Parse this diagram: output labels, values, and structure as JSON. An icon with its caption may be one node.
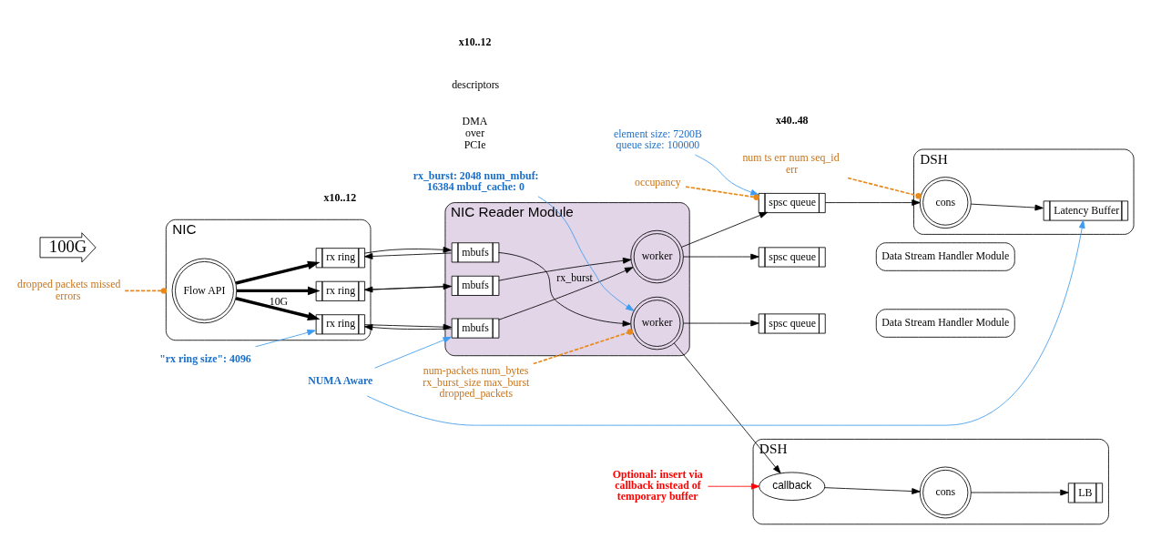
{
  "diagram": {
    "nodes": [
      {
        "text": [
          "NIC"
        ]
      },
      {
        "text": [
          "100G"
        ]
      },
      {
        "text": [
          "Flow API"
        ],
        "in": 0
      },
      {
        "text": [
          "rx ring"
        ],
        "in": 0
      },
      {
        "text": [
          "rx ring"
        ],
        "in": 0
      },
      {
        "text": [
          "rx ring"
        ],
        "in": 0
      },
      {
        "text": [
          "NIC Reader Module"
        ]
      },
      {
        "text": [
          "mbufs"
        ],
        "in": 6
      },
      {
        "text": [
          "mbufs"
        ],
        "in": 6
      },
      {
        "text": [
          "mbufs"
        ],
        "in": 6
      },
      {
        "text": [
          "worker"
        ],
        "in": 6
      },
      {
        "text": [
          "worker"
        ],
        "in": 6
      },
      {
        "text": [
          "DSH"
        ]
      },
      {
        "text": [
          "spsc queue"
        ]
      },
      {
        "text": [
          "cons"
        ],
        "in": 12
      },
      {
        "text": [
          "Latency Buffer"
        ],
        "in": 12
      },
      {
        "text": [
          "spsc queue"
        ]
      },
      {
        "text": [
          "Data Stream Handler Module"
        ]
      },
      {
        "text": [
          "spsc queue"
        ]
      },
      {
        "text": [
          "Data Stream Handler Module"
        ]
      },
      {
        "text": [
          "DSH"
        ]
      },
      {
        "text": [
          "callback"
        ],
        "in": 20
      },
      {
        "text": [
          "cons"
        ],
        "in": 20
      },
      {
        "text": [
          "LB"
        ],
        "in": 20
      },
      {
        "text": [
          "\"rx ring size\": 4096"
        ]
      },
      {
        "text": [
          "NUMA Aware"
        ]
      },
      {
        "text": [
          "element size: 7200B queue size: 100000"
        ]
      },
      {
        "text": [
          "occupancy"
        ]
      },
      {
        "text": [
          "num ts err num seq_id  err"
        ]
      },
      {
        "text": [
          "dropped packets missed errors"
        ]
      },
      {
        "text": [
          "num-packets num_bytes rx_burst_size max_burst dropped_packets"
        ]
      },
      {
        "text": [
          "rx_burst: 2048 num_mbuf: 16384 mbuf_cache: 0"
        ]
      },
      {
        "text": [
          "Optional: insert via callback instead of temporary buffer"
        ]
      }
    ],
    "edges": [
      {
        "from": 2,
        "to": 3,
        "arrow": "to",
        "label": "10G",
        "style": "thick"
      },
      {
        "from": 2,
        "to": 4,
        "arrow": "to",
        "style": "thick"
      },
      {
        "from": 2,
        "to": 5,
        "arrow": "to",
        "style": "thick"
      },
      {
        "from": 3,
        "to": 7,
        "arrow": "to"
      },
      {
        "from": 7,
        "to": 3,
        "arrow": "to"
      },
      {
        "from": 4,
        "to": 8,
        "arrow": "to"
      },
      {
        "from": 8,
        "to": 4,
        "arrow": "to"
      },
      {
        "from": 5,
        "to": 9,
        "arrow": "to"
      },
      {
        "from": 9,
        "to": 5,
        "arrow": "to"
      },
      {
        "from": 7,
        "to": 10,
        "arrow": "to",
        "label": "rx_burst"
      },
      {
        "from": 8,
        "to": 10,
        "arrow": "to"
      },
      {
        "from": 9,
        "to": 11,
        "arrow": "to"
      },
      {
        "from": 10,
        "to": 13,
        "arrow": "to"
      },
      {
        "from": 10,
        "to": 16,
        "arrow": "to"
      },
      {
        "from": 11,
        "to": 18,
        "arrow": "to"
      },
      {
        "from": 11,
        "to": 21,
        "arrow": "to"
      },
      {
        "from": 13,
        "to": 14,
        "arrow": "to"
      },
      {
        "from": 14,
        "to": 15,
        "arrow": "to"
      },
      {
        "from": 21,
        "to": 22,
        "arrow": "to"
      },
      {
        "from": 22,
        "to": 23,
        "arrow": "to"
      },
      {
        "from": 24,
        "to": 3,
        "arrow": "to",
        "color": "#3d9bf0"
      },
      {
        "from": 25,
        "to": 7,
        "arrow": "to",
        "color": "#3d9bf0"
      },
      {
        "from": 25,
        "to": 15,
        "arrow": "to",
        "color": "#3d9bf0"
      },
      {
        "from": 26,
        "to": 13,
        "arrow": "to",
        "color": "#3d9bf0"
      },
      {
        "from": 27,
        "to": 13,
        "arrow": "other",
        "style": "dashed",
        "color": "#e8891c"
      },
      {
        "from": 28,
        "to": 14,
        "arrow": "other",
        "style": "dashed",
        "color": "#e8891c"
      },
      {
        "from": 29,
        "to": 0,
        "arrow": "other",
        "style": "dashed",
        "color": "#e8891c"
      },
      {
        "from": 30,
        "to": 11,
        "arrow": "other",
        "style": "dashed",
        "color": "#e8891c"
      },
      {
        "from": 31,
        "to": 11,
        "arrow": "to",
        "color": "#3d9bf0"
      },
      {
        "from": 32,
        "to": 21,
        "arrow": "to",
        "color": "#ff0000"
      }
    ],
    "labels": [
      "DMA over PCIe",
      "descriptors",
      "x10..12",
      "x10..12",
      "x40..48"
    ]
  }
}
